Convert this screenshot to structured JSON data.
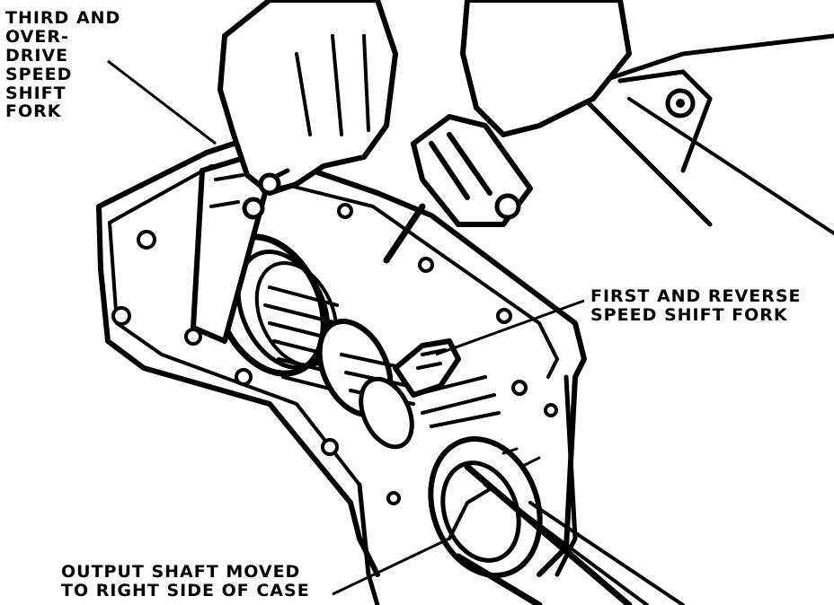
{
  "labels": {
    "third_overdrive_fork": "THIRD AND\nOVER-\nDRIVE\nSPEED\nSHIFT\nFORK",
    "first_reverse_fork": "FIRST AND REVERSE\nSPEED SHIFT FORK",
    "output_shaft": "OUTPUT SHAFT MOVED\nTO RIGHT SIDE OF CASE"
  },
  "colors": {
    "ink": "#000000",
    "paper": "#ffffff"
  }
}
